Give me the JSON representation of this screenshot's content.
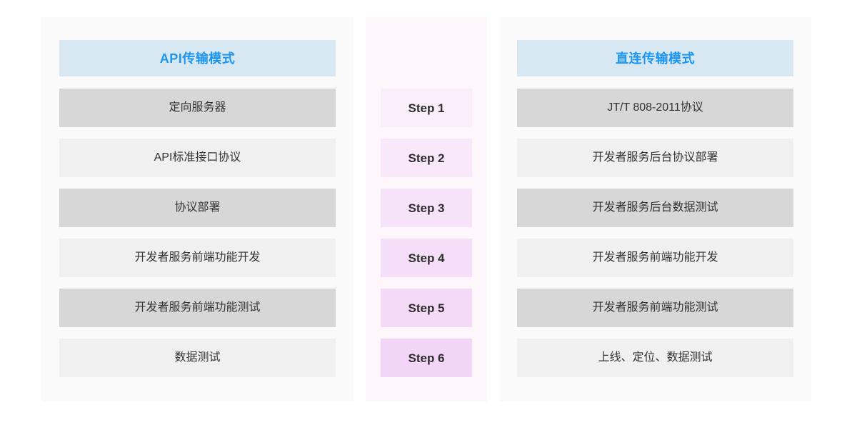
{
  "theme": {
    "page_background": "#ffffff",
    "panel_background": "#fafafa",
    "step_panel_background": "#fdf7fc",
    "header_background": "#d8e8f3",
    "header_text_color": "#1e95f0",
    "row_dark": "#d7d7d7",
    "row_light": "#f0f0f0",
    "row_text_color": "#333333",
    "step_text_color": "#2e2e2e"
  },
  "columns": {
    "left": {
      "header": "API传输模式",
      "rows": [
        {
          "label": "定向服务器",
          "tone": "dark"
        },
        {
          "label": "API标准接口协议",
          "tone": "light"
        },
        {
          "label": "协议部署",
          "tone": "dark"
        },
        {
          "label": "开发者服务前端功能开发",
          "tone": "light"
        },
        {
          "label": "开发者服务前端功能测试",
          "tone": "dark"
        },
        {
          "label": "数据测试",
          "tone": "light"
        }
      ]
    },
    "middle": {
      "steps": [
        {
          "label": "Step 1",
          "color": "#faeefb"
        },
        {
          "label": "Step 2",
          "color": "#f8e8fa"
        },
        {
          "label": "Step 3",
          "color": "#f7e3f9"
        },
        {
          "label": "Step 4",
          "color": "#f5def8"
        },
        {
          "label": "Step 5",
          "color": "#f4daf7"
        },
        {
          "label": "Step 6",
          "color": "#f3d6f7"
        }
      ]
    },
    "right": {
      "header": "直连传输模式",
      "rows": [
        {
          "label": "JT/T 808-2011协议",
          "tone": "dark"
        },
        {
          "label": "开发者服务后台协议部署",
          "tone": "light"
        },
        {
          "label": "开发者服务后台数据测试",
          "tone": "dark"
        },
        {
          "label": "开发者服务前端功能开发",
          "tone": "light"
        },
        {
          "label": "开发者服务前端功能测试",
          "tone": "dark"
        },
        {
          "label": "上线、定位、数据测试",
          "tone": "light"
        }
      ]
    }
  }
}
